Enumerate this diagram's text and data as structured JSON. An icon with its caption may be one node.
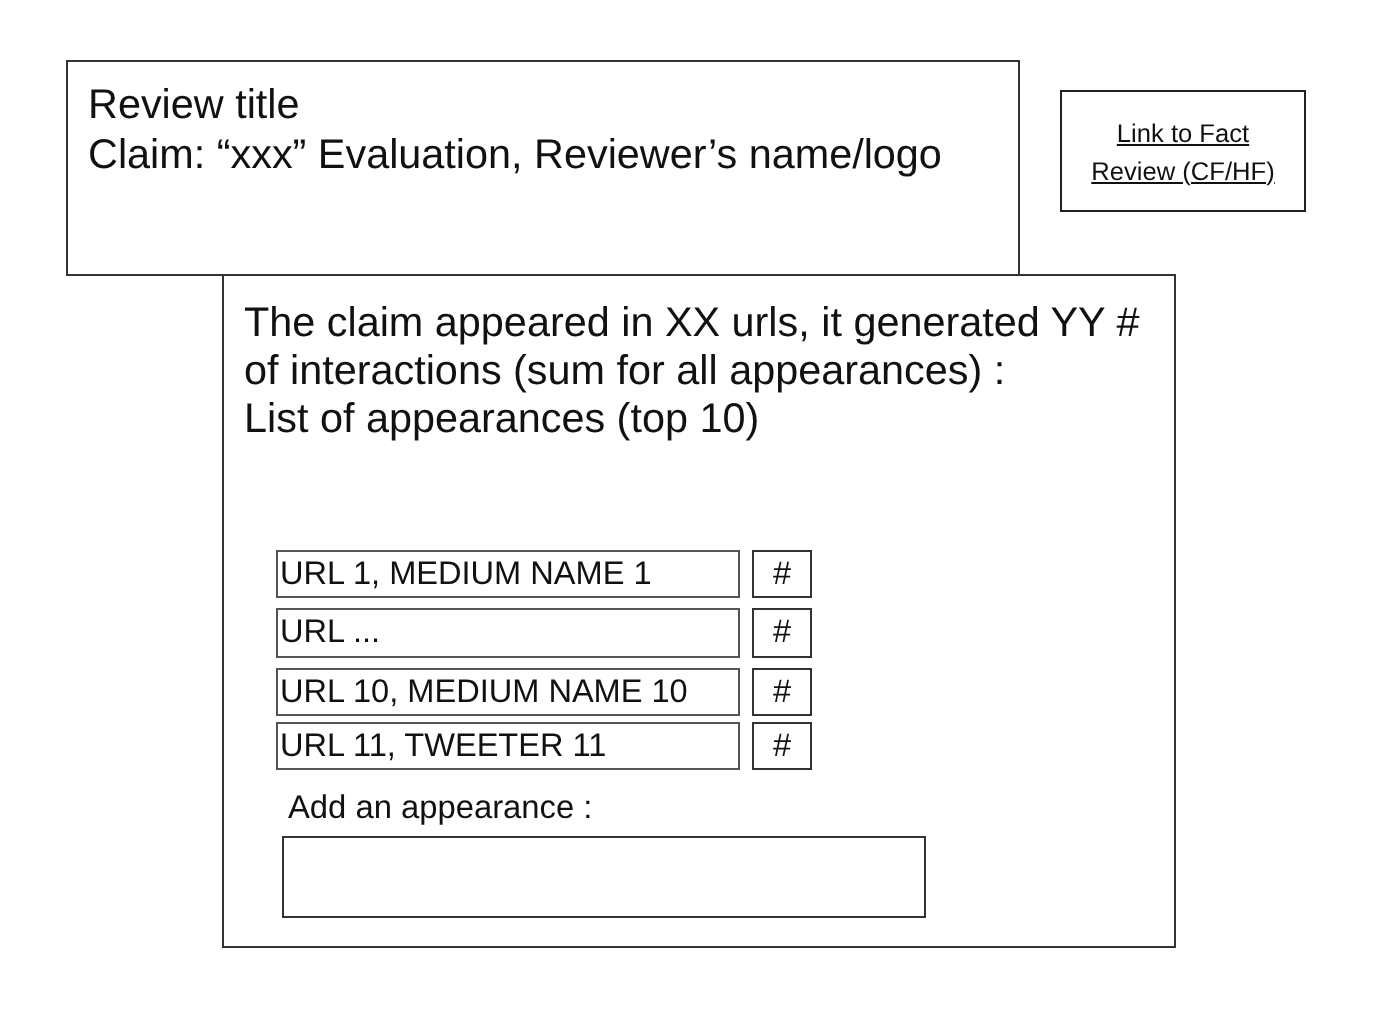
{
  "diagram": {
    "nodes": [
      {
        "text": [
          "Review title",
          "Claim: “xxx” Evaluation, Reviewer’s name/logo"
        ]
      },
      {
        "text": [
          "Link to Fact Review (CF/HF)"
        ]
      },
      {
        "text": [
          "The claim appeared in XX urls, it generated YY # of interactions (sum for all appearances) :",
          "List of appearances (top 10)"
        ]
      },
      {
        "text": [
          "URL 1, MEDIUM NAME 1"
        ],
        "in": 2
      },
      {
        "text": [
          "#"
        ],
        "in": 2
      },
      {
        "text": [
          "URL ..."
        ],
        "in": 2
      },
      {
        "text": [
          "#"
        ],
        "in": 2
      },
      {
        "text": [
          "URL 10, MEDIUM NAME 10"
        ],
        "in": 2
      },
      {
        "text": [
          "#"
        ],
        "in": 2
      },
      {
        "text": [
          "URL 11, TWEETER 11"
        ],
        "in": 2
      },
      {
        "text": [
          "#"
        ],
        "in": 2
      },
      {
        "text": [],
        "shape": "box",
        "in": 2,
        "beside": [
          "Add an appearance :"
        ]
      }
    ]
  }
}
